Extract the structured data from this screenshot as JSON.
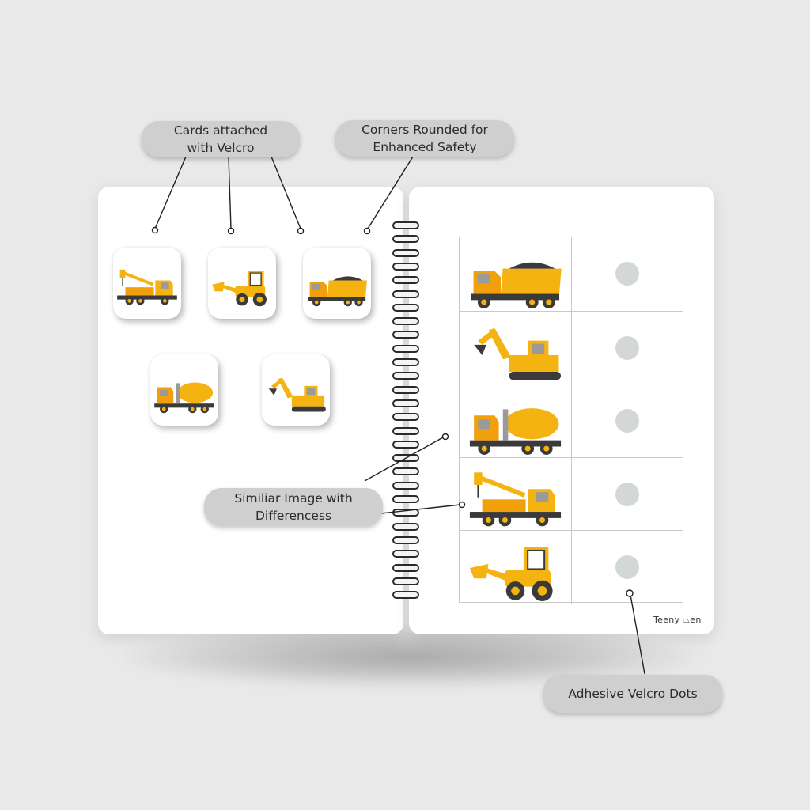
{
  "callouts": {
    "cards_velcro": [
      "Cards attached",
      "with Velcro"
    ],
    "corners": [
      "Corners Rounded for",
      "Enhanced Safety"
    ],
    "similar": [
      "Similiar Image with",
      "Differencess"
    ],
    "dots": [
      "Adhesive Velcro Dots"
    ]
  },
  "brand": "Teeny ⏢en",
  "cards": [
    {
      "vehicle": "crane-truck"
    },
    {
      "vehicle": "wheel-loader"
    },
    {
      "vehicle": "dump-truck"
    },
    {
      "vehicle": "cement-mixer"
    },
    {
      "vehicle": "excavator"
    }
  ],
  "rows": [
    {
      "vehicle": "dump-truck"
    },
    {
      "vehicle": "excavator"
    },
    {
      "vehicle": "cement-mixer"
    },
    {
      "vehicle": "crane-truck"
    },
    {
      "vehicle": "wheel-loader"
    }
  ],
  "colors": {
    "vehicle_yellow": "#f5b311",
    "vehicle_orange": "#f29f0c",
    "dark": "#3a3a3a",
    "velcro_dot": "#d3d8d6",
    "label_bg": "#cfcfcf"
  }
}
